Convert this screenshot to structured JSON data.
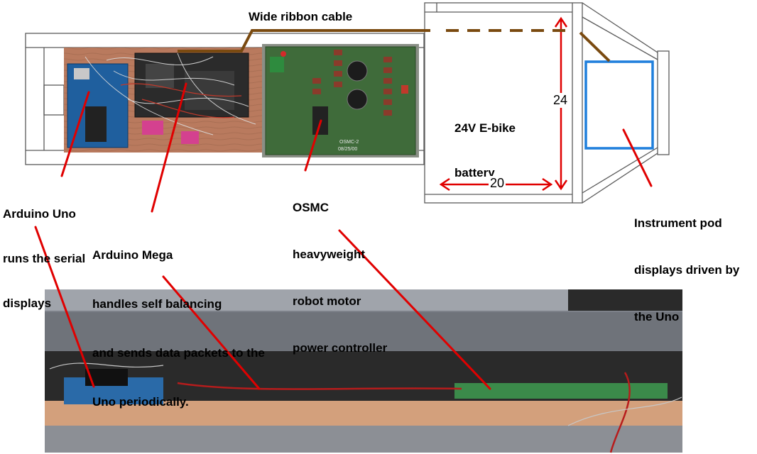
{
  "labels": {
    "ribbon_cable": "Wide ribbon cable",
    "battery_line1": "24V E-bike",
    "battery_line2": "battery",
    "battery_height": "24",
    "battery_width": "20",
    "uno_line1": "Arduino Uno",
    "uno_line2": "runs the serial",
    "uno_line3": "displays",
    "mega_line1": "Arduino Mega",
    "mega_line2": "handles self balancing",
    "mega_line3": "and sends data packets to the",
    "mega_line4": "Uno periodically.",
    "osmc_line1": "OSMC",
    "osmc_line2": "heavyweight",
    "osmc_line3": "robot motor",
    "osmc_line4": "power controller",
    "pod_line1": "Instrument pod",
    "pod_line2": "displays driven by",
    "pod_line3": "the Uno",
    "osmc_board_print1": "OSMC-2",
    "osmc_board_print2": "08/25/00"
  },
  "colors": {
    "leader_red": "#e00000",
    "ribbon_brown": "#7a4a10",
    "pod_blue": "#1f7fdc",
    "outline_gray": "#5a5a5a",
    "wood": "#c9886a",
    "pcb_green": "#3f6b3a"
  }
}
